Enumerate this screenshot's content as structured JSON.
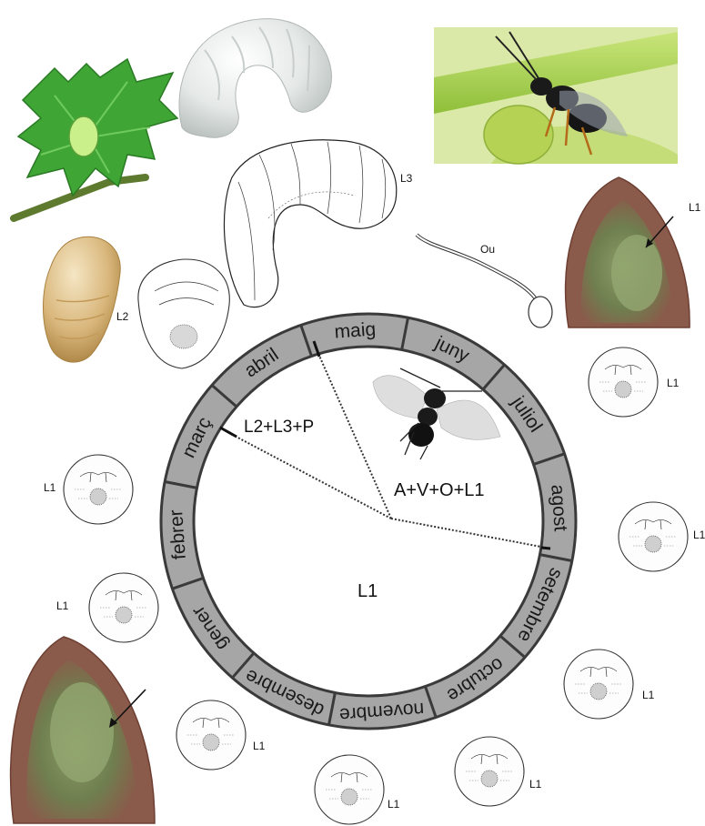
{
  "months": [
    "gener",
    "febrer",
    "març",
    "abril",
    "maig",
    "juny",
    "juliol",
    "agost",
    "setembre",
    "octubre",
    "novembre",
    "desembre"
  ],
  "periods": {
    "adult_period": "A+V+O+L1",
    "spring_period": "L2+L3+P",
    "winter_period": "L1"
  },
  "labels": {
    "egg": "Ou",
    "larva3": "L3",
    "larva2": "L2",
    "larva1": "L1"
  },
  "colors": {
    "ring_fill": "#a6a6a6",
    "ring_stroke": "#3a3a3a",
    "leaf_green": "#3fa535",
    "larva_white": "#e9ecea",
    "larva_amber": "#d9b77c",
    "bud_brown": "#8a5a4a",
    "stem_green": "#a7cf4a",
    "wasp_black": "#1a1a1a"
  },
  "icons": [
    "hazel-shoot-photo",
    "white-larva-photo",
    "wasp-on-stem-photo",
    "amber-larva-photo",
    "bud-section-photo",
    "wasp-drawing"
  ]
}
